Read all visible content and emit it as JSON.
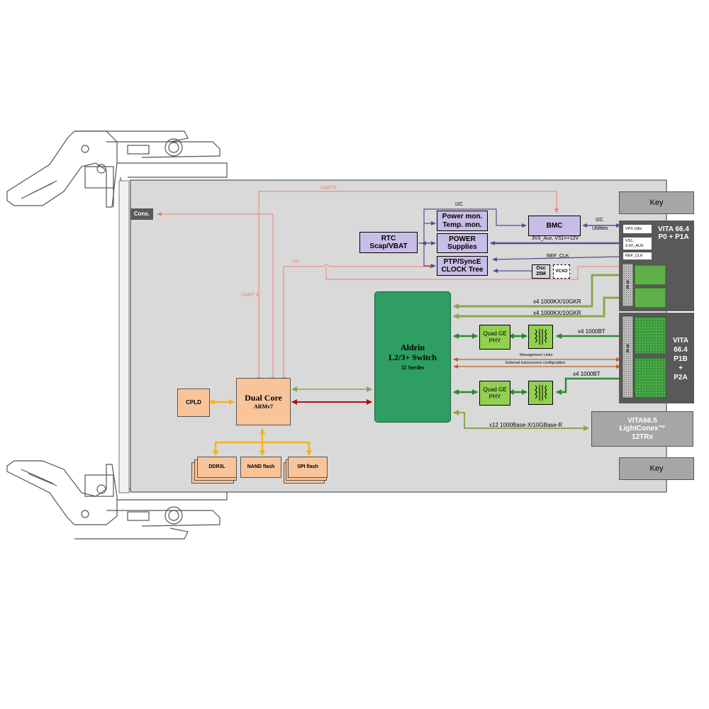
{
  "labels": {
    "cons": "Cons.",
    "uart1": "UART1",
    "uart0": "UART 0",
    "i2c_top": "I2C",
    "i2c_left": "I2C",
    "i2c_right": "I2C",
    "utilities": "Utilities",
    "power_rail": "3V3_Aux, VS1=+12V",
    "ref_clk": "REF_CLK",
    "rtc": "RTC\nScap/VBAT",
    "power_mon": "Power mon.\nTemp. mon.",
    "power_supplies": "POWER\nSupplies",
    "ptp_clock": "PTP/SyncE\nCLOCK Tree",
    "osc": "Osc\n25M",
    "vcxo": "VCXO",
    "bmc": "BMC",
    "aldrin_line1": "Aldrin",
    "aldrin_line2": "L2/3+ Switch",
    "aldrin_line3": "32 Serdes",
    "dual_core_line1": "Dual Core",
    "dual_core_line2": "ARMv7",
    "cpld": "CPLD",
    "ddr3l": "DDR3L",
    "nand_flash": "NAND flash",
    "spi_flash": "SPI flash",
    "quad_ge_phy_1": "Quad GE\nPHY",
    "quad_ge_phy_2": "Quad GE\nPHY",
    "link_kx_1": "x4 1000KX/10GKR",
    "link_kx_2": "x4 1000KX/10GKR",
    "link_bt_1": "x4 1000BT",
    "link_bt_2": "x4 1000BT",
    "management_links": "Management Links",
    "ext_transceivers": "External transceivers configuration",
    "link_optical": "x12 1000Base-X/10GBase-R",
    "key_top": "Key",
    "key_bottom": "Key",
    "vita_p0_line1": "VITA 66.4",
    "vita_p0_line2": "P0 + P1A",
    "vpx_utils": "VPX Utils",
    "vs1_aux": "VS1,\n3.3V_AUX",
    "ref_clk_pin": "REF_CLK",
    "se_1": "S\nE",
    "se_2": "S\nE",
    "vita_p1b": "VITA\n66.4\nP1B\n+\nP2A",
    "vita_665": "VITA66.5\nLightConex™\n12TRx"
  },
  "colors": {
    "board": "#d9d9d9",
    "uart_line": "#f08078",
    "i2c_line": "#7060a8",
    "green_link": "#8aa64e",
    "dark_green": "#2c8a2c",
    "switch": "#2e9e63",
    "orange_box": "#f9c49a",
    "yellow_arrow": "#f5b41a",
    "connector_dark": "#595959",
    "connector_light": "#a6a6a6"
  },
  "icons": {
    "transformer": "transformer-icon",
    "ejector": "ejector-handle-icon"
  }
}
